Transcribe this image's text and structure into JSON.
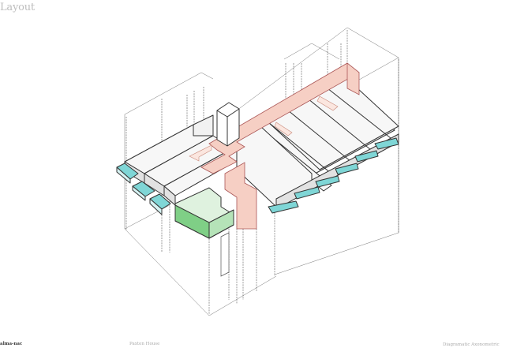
{
  "header": {
    "title": "Layout"
  },
  "footer": {
    "left": "alma-nac",
    "center": "Paxton House",
    "right": "Diagramatic Axonometric"
  },
  "diagram": {
    "type": "axonometric",
    "colors": {
      "circulation": "#f6cfc4",
      "circulation_stroke": "#c9897a",
      "garden": "#c9ebc9",
      "garden_side": "#7fcf86",
      "balcony": "#7fd6d6",
      "balcony_light": "#d6f2f2",
      "slab_top": "#f7f7f7",
      "slab_side": "#e2e2e2",
      "outline": "#333333",
      "ghost": "#888888"
    },
    "elements": [
      "circulation-path",
      "garden-unit",
      "balconies",
      "apartment-slabs",
      "stair-core",
      "ghost-volumes"
    ]
  }
}
